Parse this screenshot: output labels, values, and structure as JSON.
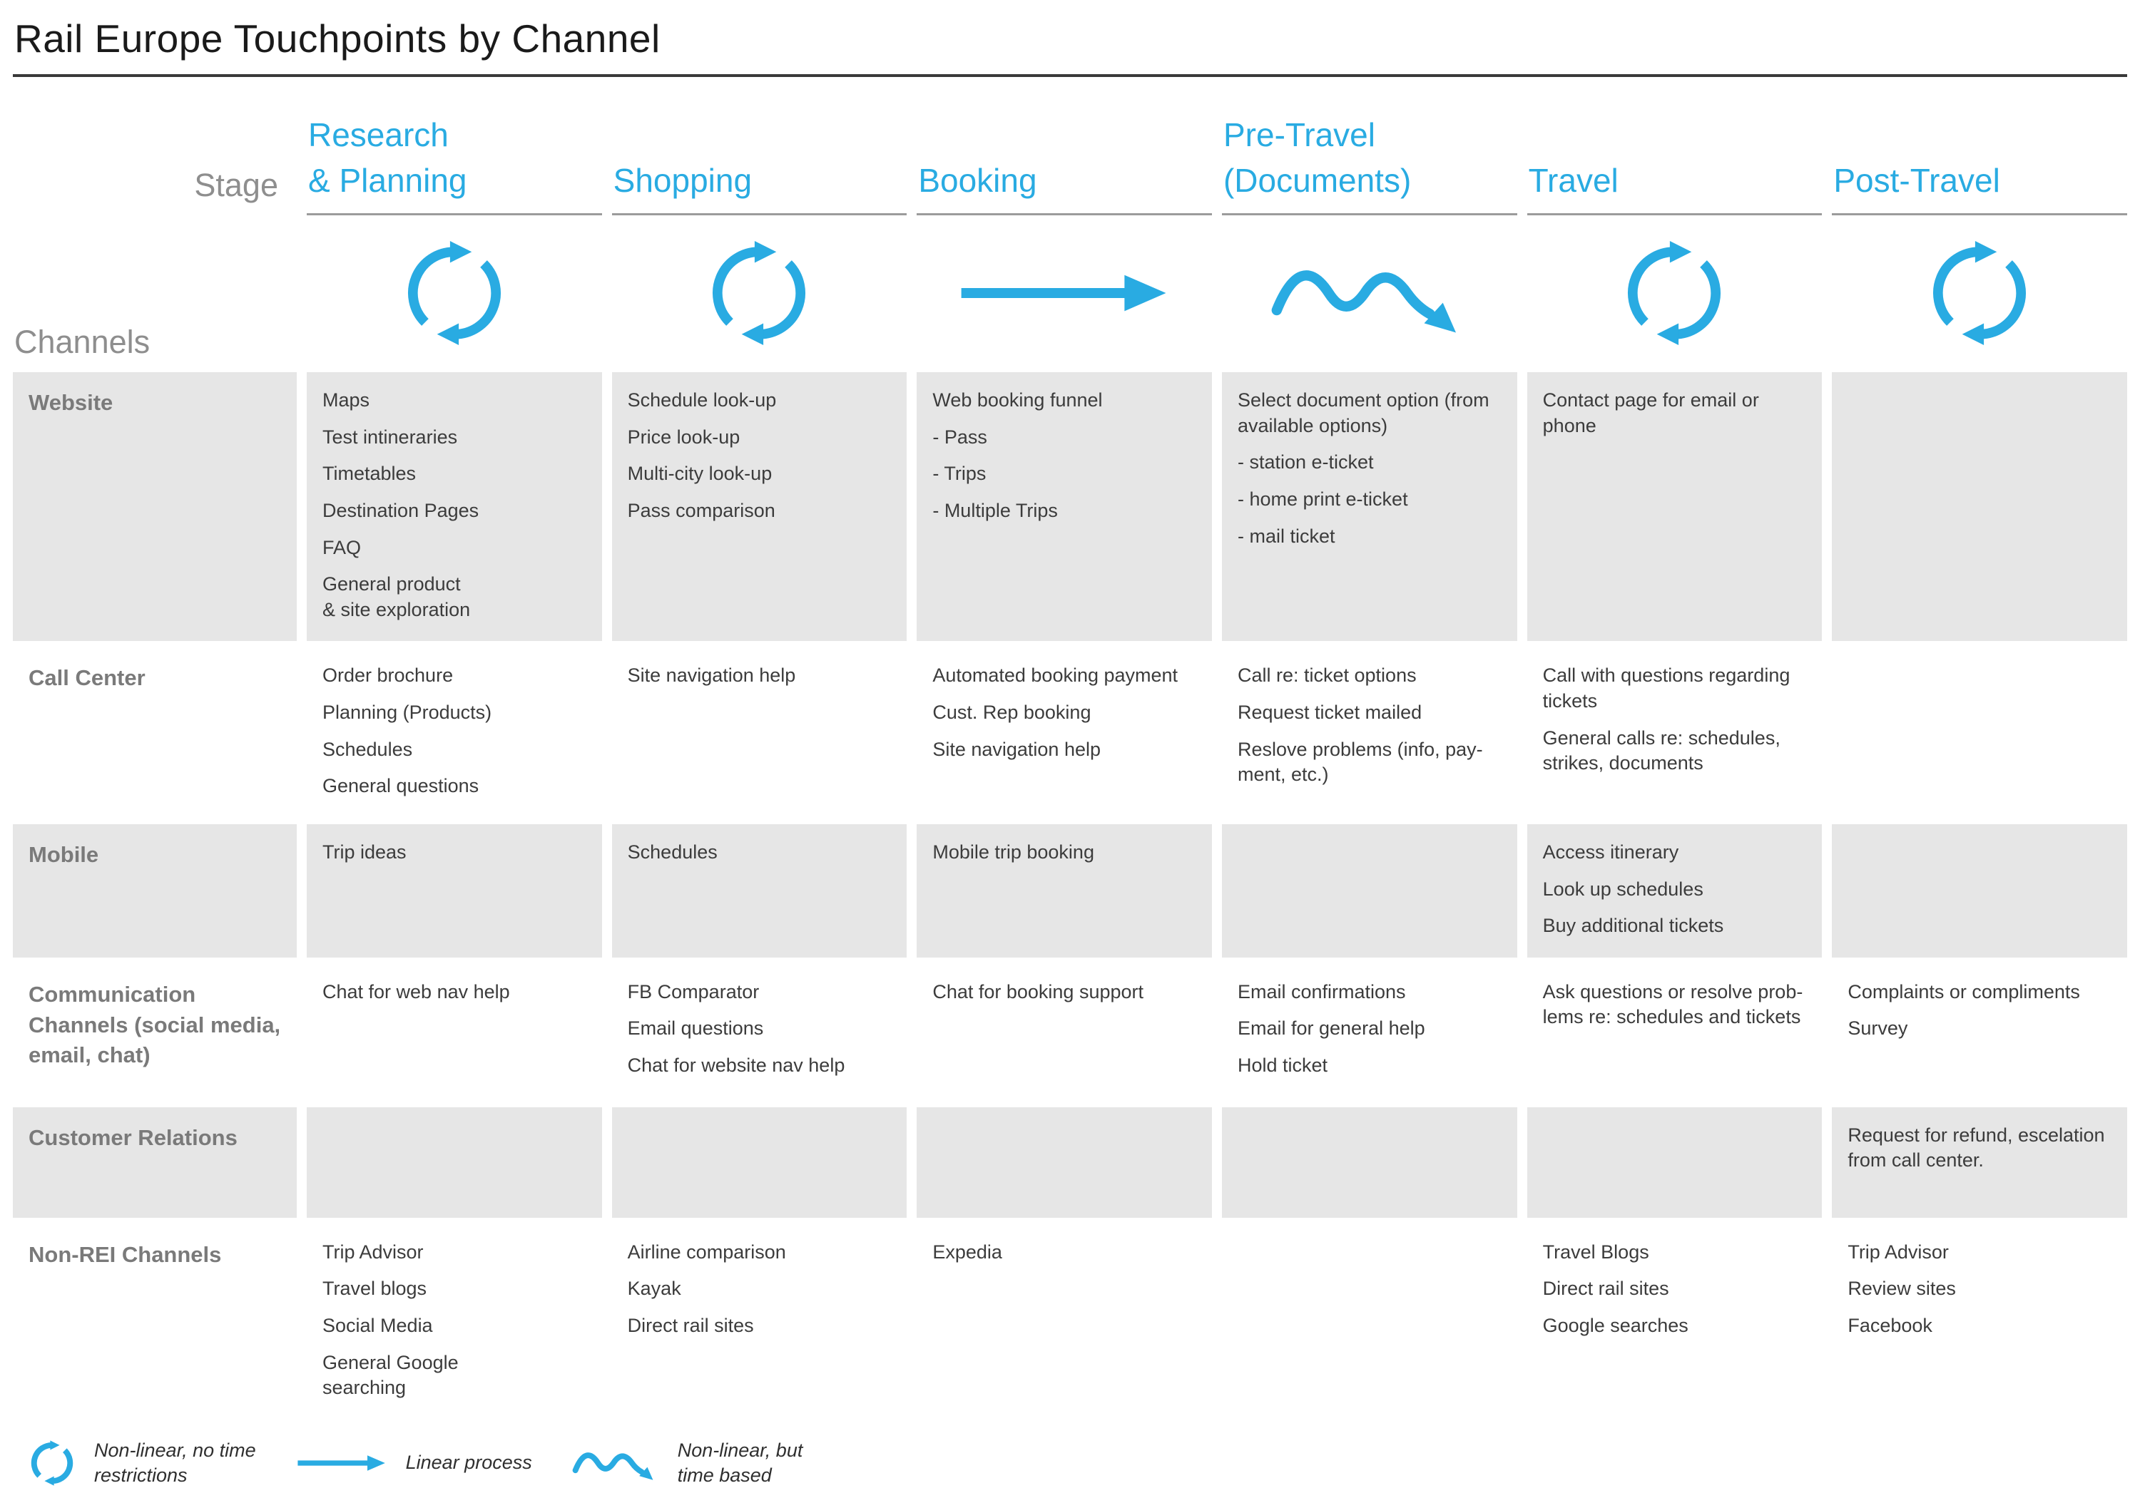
{
  "title": "Rail Europe Touchpoints by Channel",
  "stage_label": "Stage",
  "channels_label": "Channels",
  "colors": {
    "accent": "#29ABE2",
    "cell_bg": "#E6E6E6",
    "stage_text": "#29ABE2",
    "muted_heading": "#8E8E8E",
    "channel_label": "#7A7A7A",
    "cell_text": "#3C3C3C"
  },
  "stages": [
    {
      "lines": [
        "Research",
        "& Planning"
      ],
      "icon": "cycle"
    },
    {
      "lines": [
        "Shopping"
      ],
      "icon": "cycle"
    },
    {
      "lines": [
        "Booking"
      ],
      "icon": "linear-arrow"
    },
    {
      "lines": [
        "Pre-Travel",
        "(Documents)"
      ],
      "icon": "wave"
    },
    {
      "lines": [
        "Travel"
      ],
      "icon": "cycle"
    },
    {
      "lines": [
        "Post-Travel"
      ],
      "icon": "cycle"
    }
  ],
  "rows": [
    {
      "channel": "Website",
      "shaded": true,
      "cells": [
        [
          "Maps",
          "Test intineraries",
          "Timetables",
          "Destination Pages",
          "FAQ",
          "General product\n& site exploration"
        ],
        [
          "Schedule look-up",
          "Price look-up",
          "Multi-city look-up",
          "Pass comparison"
        ],
        [
          "Web booking funnel",
          "- Pass",
          "- Trips",
          "- Multiple Trips"
        ],
        [
          "Select document option (from available options)",
          "- station e-ticket",
          "- home print e-ticket",
          "- mail ticket"
        ],
        [
          "Contact page for email or phone"
        ],
        []
      ]
    },
    {
      "channel": "Call Center",
      "shaded": false,
      "cells": [
        [
          "Order brochure",
          "Planning (Products)",
          "Schedules",
          "General questions"
        ],
        [
          "Site navigation help"
        ],
        [
          "Automated booking payment",
          "Cust. Rep booking",
          "Site navigation help"
        ],
        [
          "Call re: ticket options",
          "Request ticket mailed",
          "Reslove problems (info, pay-\nment, etc.)"
        ],
        [
          "Call with questions regarding tickets",
          "General calls re: schedules, strikes, documents"
        ],
        []
      ]
    },
    {
      "channel": "Mobile",
      "shaded": true,
      "cells": [
        [
          "Trip ideas"
        ],
        [
          "Schedules"
        ],
        [
          "Mobile trip booking"
        ],
        [],
        [
          "Access itinerary",
          "Look up schedules",
          "Buy additional tickets"
        ],
        []
      ]
    },
    {
      "channel": "Communication Channels (social media, email, chat)",
      "shaded": false,
      "cells": [
        [
          "Chat for web nav help"
        ],
        [
          "FB Comparator",
          "Email questions",
          "Chat for website nav help"
        ],
        [
          "Chat for booking support"
        ],
        [
          "Email confirmations",
          "Email for general help",
          "Hold ticket"
        ],
        [
          "Ask questions or resolve prob-\nlems re: schedules and tickets"
        ],
        [
          "Complaints or compliments",
          "Survey"
        ]
      ]
    },
    {
      "channel": "Customer Relations",
      "shaded": true,
      "cells": [
        [],
        [],
        [],
        [],
        [],
        [
          "Request for refund, escelation from call center."
        ]
      ]
    },
    {
      "channel": "Non-REI Channels",
      "shaded": false,
      "cells": [
        [
          "Trip Advisor",
          "Travel blogs",
          "Social Media",
          "General Google\nsearching"
        ],
        [
          "Airline comparison",
          "Kayak",
          "Direct rail sites"
        ],
        [
          "Expedia"
        ],
        [],
        [
          "Travel Blogs",
          "Direct rail sites",
          "Google searches"
        ],
        [
          "Trip Advisor",
          "Review sites",
          "Facebook"
        ]
      ]
    }
  ],
  "legend": [
    {
      "icon": "cycle",
      "label": "Non-linear, no time\nrestrictions"
    },
    {
      "icon": "linear-arrow",
      "label": "Linear process"
    },
    {
      "icon": "wave",
      "label": "Non-linear, but\ntime based"
    }
  ]
}
